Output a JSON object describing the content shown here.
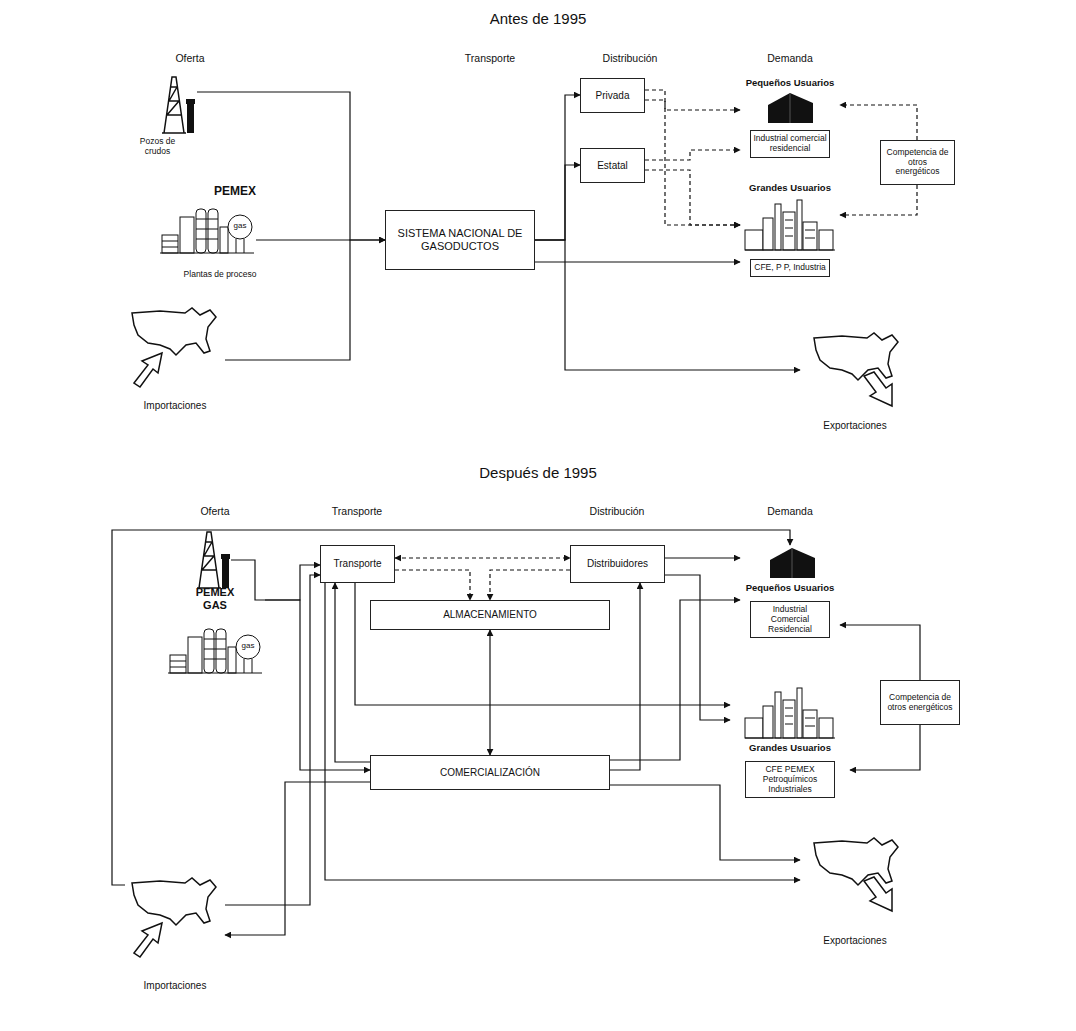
{
  "diagram": {
    "nodes": [
      {
        "text": [
          "Pozos de crudos",
          "PEMEX",
          "Plantas de proceso"
        ]
      },
      {
        "text": [
          "Importaciones"
        ]
      },
      {
        "text": [
          "SISTEMA NACIONAL DE GASODUCTOS"
        ]
      },
      {
        "text": [
          "Privada"
        ]
      },
      {
        "text": [
          "Estatal"
        ]
      },
      {
        "text": [
          "Pequeños Usuarios",
          "Industrial comercial residencial"
        ]
      },
      {
        "text": [
          "Grandes Usuarios",
          "CFE, P P, Industria"
        ]
      },
      {
        "text": [
          "Competencia de otros energéticos"
        ]
      },
      {
        "text": [
          "Exportaciones"
        ]
      },
      {
        "text": [
          "PEMEX GAS"
        ]
      },
      {
        "text": [
          "Importaciones"
        ]
      },
      {
        "text": [
          "Transporte"
        ]
      },
      {
        "text": [
          "Distribuidores"
        ]
      },
      {
        "text": [
          "ALMACENAMIENTO"
        ]
      },
      {
        "text": [
          "COMERCIALIZACIÓN"
        ]
      },
      {
        "text": [
          "Pequeños Usuarios",
          "Industrial Comercial Residencial"
        ]
      },
      {
        "text": [
          "Grandes Usuarios",
          "CFE PEMEX Petroquímicos Industriales"
        ]
      },
      {
        "text": [
          "Competencia de otros energéticos"
        ]
      },
      {
        "text": [
          "Exportaciones"
        ]
      }
    ],
    "edges": [
      {
        "from": 0,
        "to": 2,
        "arrow": "to"
      },
      {
        "from": 1,
        "to": 2,
        "arrow": "to"
      },
      {
        "from": 2,
        "to": 3,
        "arrow": "to"
      },
      {
        "from": 2,
        "to": 4,
        "arrow": "to"
      },
      {
        "from": 2,
        "to": 6,
        "arrow": "to"
      },
      {
        "from": 2,
        "to": 8,
        "arrow": "to"
      },
      {
        "from": 3,
        "to": 5,
        "arrow": "to"
      },
      {
        "from": 3,
        "to": 6,
        "arrow": "to"
      },
      {
        "from": 4,
        "to": 5,
        "arrow": "to"
      },
      {
        "from": 4,
        "to": 6,
        "arrow": "to"
      },
      {
        "from": 7,
        "to": 5,
        "arrow": "to"
      },
      {
        "from": 7,
        "to": 6,
        "arrow": "to"
      },
      {
        "from": 9,
        "to": 11,
        "arrow": "to"
      },
      {
        "from": 9,
        "to": 14,
        "arrow": "to"
      },
      {
        "from": 10,
        "to": 11,
        "arrow": "to"
      },
      {
        "from": 14,
        "to": 10,
        "arrow": "to"
      },
      {
        "from": 10,
        "to": 15,
        "arrow": "to"
      },
      {
        "from": 11,
        "to": 12,
        "arrow": "both"
      },
      {
        "from": 11,
        "to": 13,
        "arrow": "to"
      },
      {
        "from": 12,
        "to": 13,
        "arrow": "to"
      },
      {
        "from": 13,
        "to": 14,
        "arrow": "both"
      },
      {
        "from": 14,
        "to": 12,
        "arrow": "to"
      },
      {
        "from": 14,
        "to": 11,
        "arrow": "to"
      },
      {
        "from": 11,
        "to": 16,
        "arrow": "to"
      },
      {
        "from": 12,
        "to": 15,
        "arrow": "to"
      },
      {
        "from": 12,
        "to": 16,
        "arrow": "to"
      },
      {
        "from": 14,
        "to": 15,
        "arrow": "to"
      },
      {
        "from": 14,
        "to": 18,
        "arrow": "to"
      },
      {
        "from": 11,
        "to": 18,
        "arrow": "to"
      },
      {
        "from": 17,
        "to": 15,
        "arrow": "to"
      },
      {
        "from": 17,
        "to": 16,
        "arrow": "to"
      }
    ],
    "labels": [
      "Antes de 1995",
      "Oferta",
      "Transporte",
      "Distribución",
      "Demanda",
      "gas",
      "Después de 1995",
      "Oferta",
      "Transporte",
      "Distribución",
      "Demanda",
      "gas"
    ]
  }
}
